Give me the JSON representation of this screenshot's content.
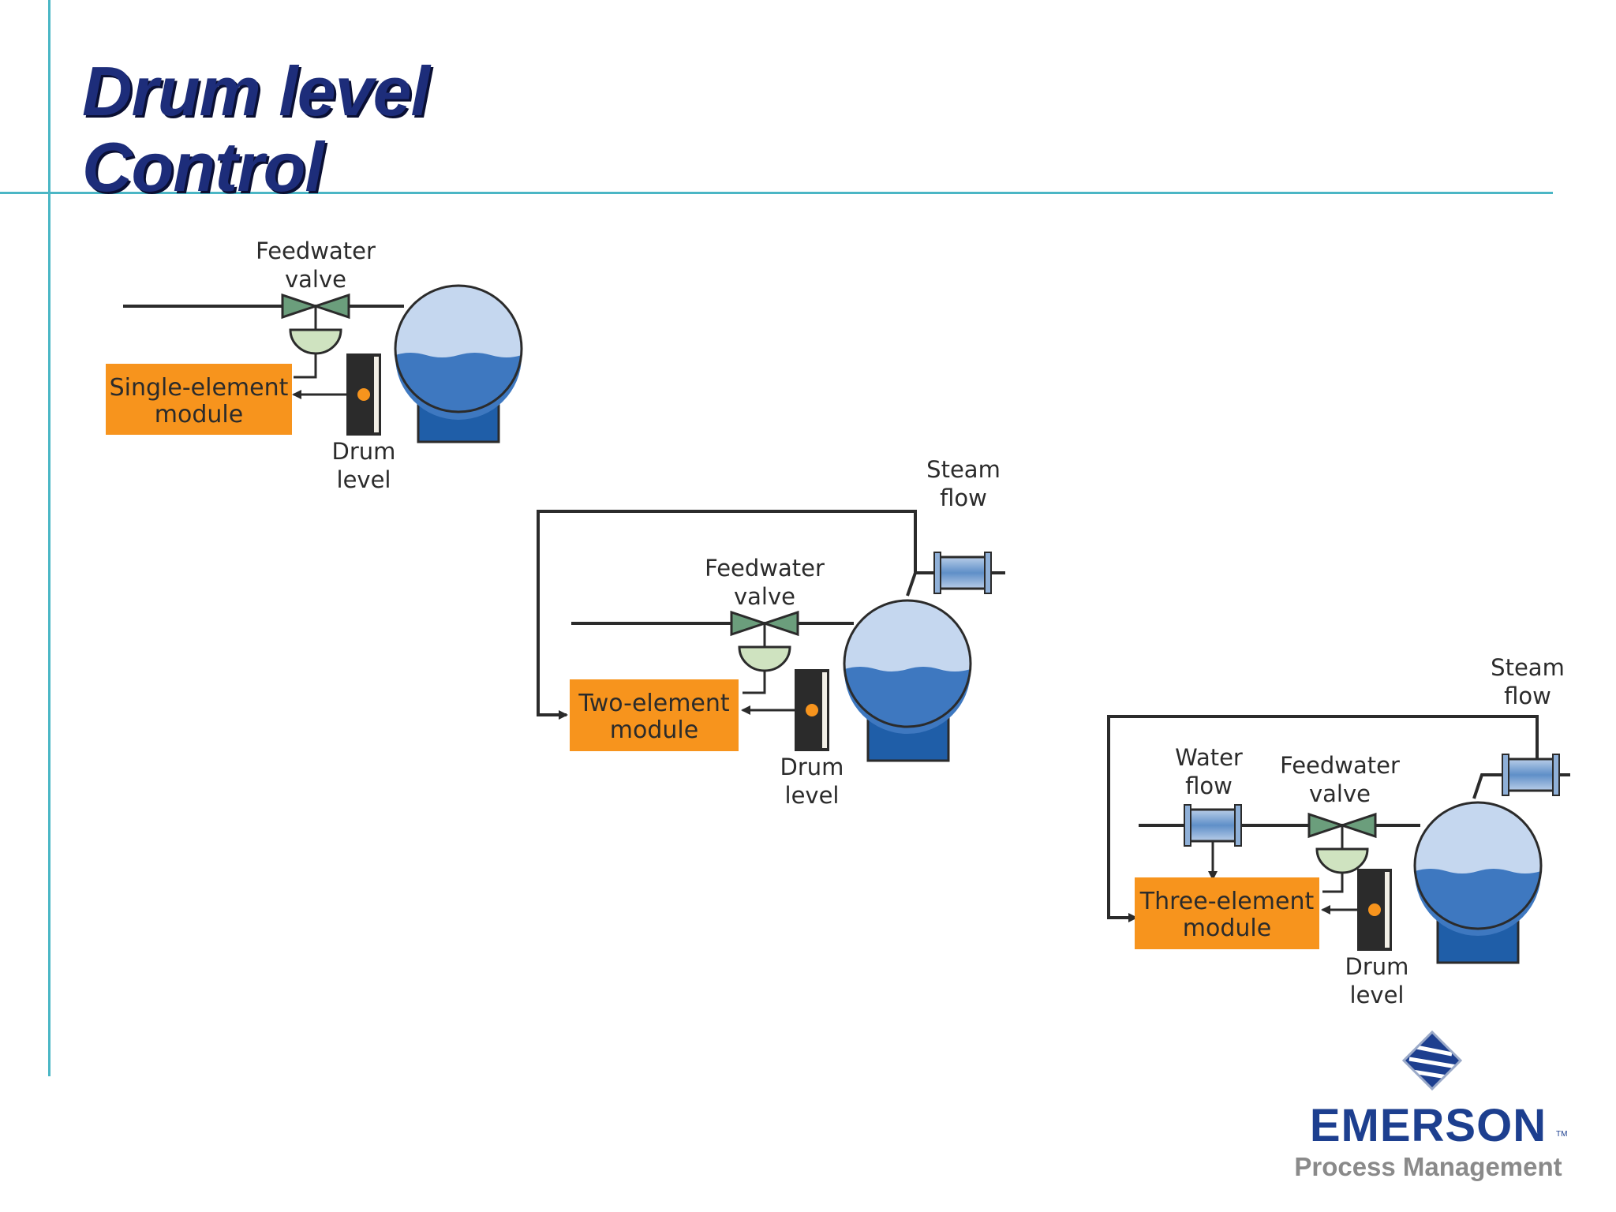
{
  "slide": {
    "title_line1": "Drum level",
    "title_line2": "Control"
  },
  "single": {
    "valve_label_1": "Feedwater",
    "valve_label_2": "valve",
    "module_1": "Single-element",
    "module_2": "module",
    "level_1": "Drum",
    "level_2": "level"
  },
  "two": {
    "steam_1": "Steam",
    "steam_2": "flow",
    "valve_label_1": "Feedwater",
    "valve_label_2": "valve",
    "module_1": "Two-element",
    "module_2": "module",
    "level_1": "Drum",
    "level_2": "level"
  },
  "three": {
    "steam_1": "Steam",
    "steam_2": "flow",
    "water_1": "Water",
    "water_2": "flow",
    "valve_label_1": "Feedwater",
    "valve_label_2": "valve",
    "module_1": "Three-element",
    "module_2": "module",
    "level_1": "Drum",
    "level_2": "level"
  },
  "logo": {
    "name": "EMERSON",
    "tm": "TM",
    "sub": "Process Management"
  },
  "colors": {
    "accent_line": "#4bb6c5",
    "title": "#1d2d7a",
    "module_fill": "#f7941d",
    "drum_dark": "#1f5ea8",
    "valve_green": "#6b9e7c",
    "logo_blue": "#1d3f8f"
  }
}
